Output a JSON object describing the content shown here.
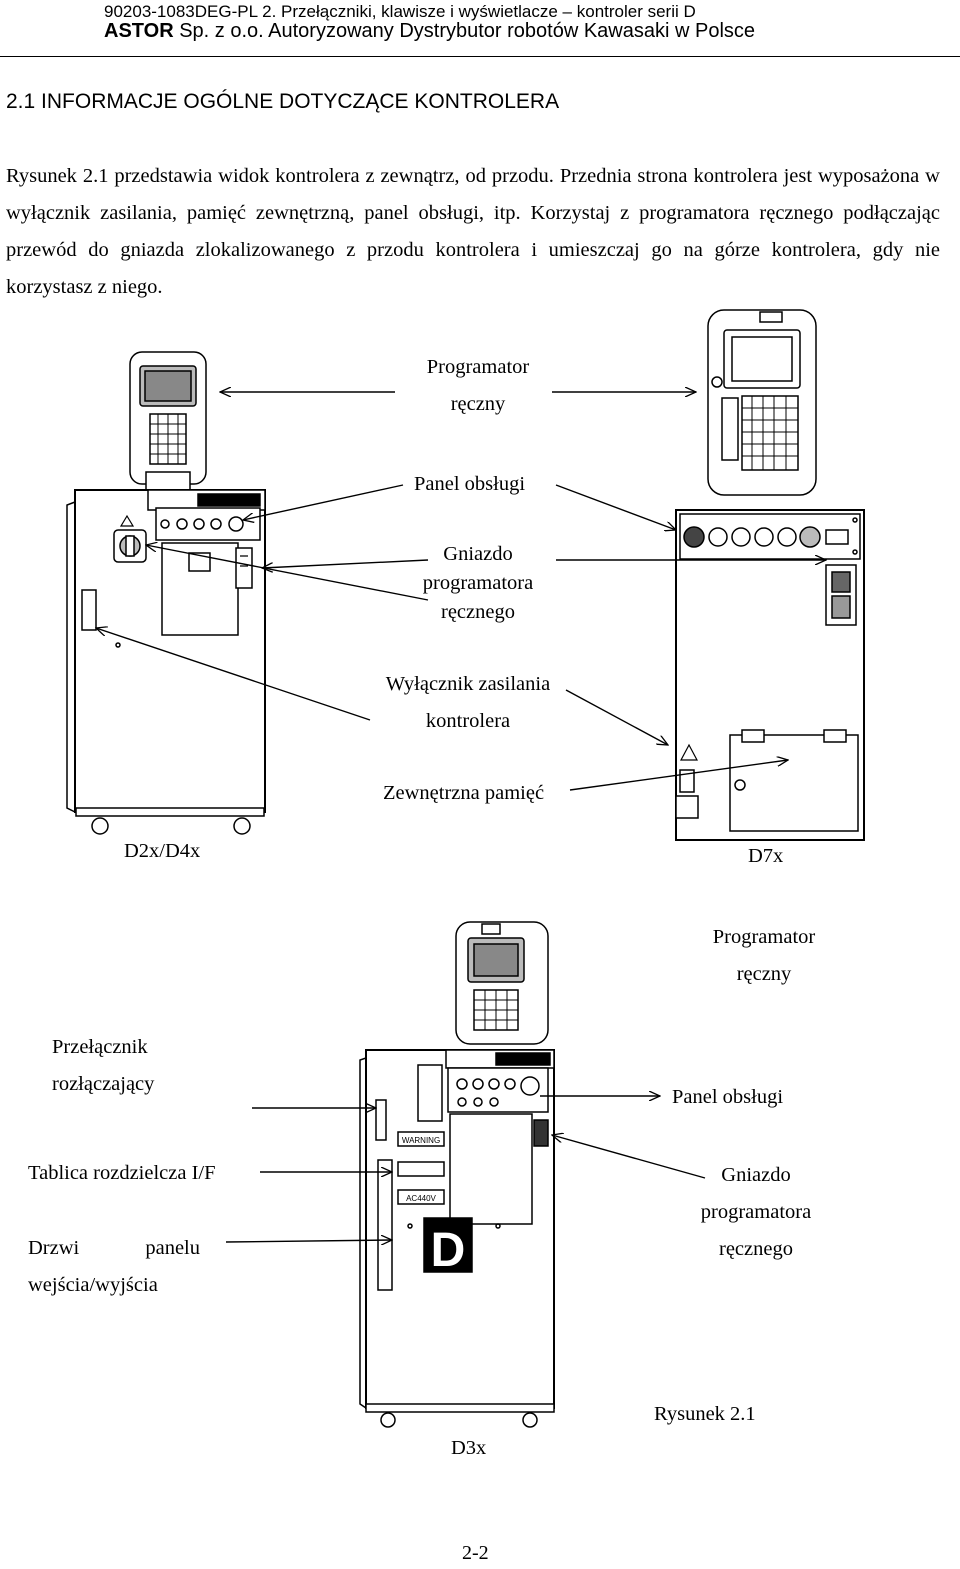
{
  "header": {
    "line1": "90203-1083DEG-PL 2. Przełączniki, klawisze i wyświetlacze – kontroler serii D",
    "company": "ASTOR",
    "company_rest": " Sp. z o.o. Autoryzowany Dystrybutor robotów Kawasaki w Polsce"
  },
  "section_title": "2.1 INFORMACJE OGÓLNE DOTYCZĄCE KONTROLERA",
  "intro": "Rysunek 2.1 przedstawia widok kontrolera z zewnątrz, od przodu. Przednia strona kontrolera jest wyposażona w wyłącznik zasilania, pamięć zewnętrzną, panel obsługi, itp. Korzystaj z programatora ręcznego podłączając przewód do gniazda zlokalizowanego z przodu kontrolera i umieszczaj go na górze kontrolera, gdy nie korzystasz z niego.",
  "figure_top": {
    "programator_l1": "Programator",
    "programator_l2": "ręczny",
    "panel": "Panel obsługi",
    "gniazdo_l1": "Gniazdo",
    "gniazdo_l2": "programatora",
    "gniazdo_l3": "ręcznego",
    "wylacznik_l1": "Wyłącznik zasilania",
    "wylacznik_l2": "kontrolera",
    "pamiec": "Zewnętrzna pamięć",
    "model_left": "D2x/D4x",
    "model_right": "D7x"
  },
  "figure_bottom": {
    "programator_l1": "Programator",
    "programator_l2": "ręczny",
    "przelacznik_l1": "Przełącznik",
    "przelacznik_l2": "rozłączający",
    "panel": "Panel obsługi",
    "tablica": "Tablica rozdzielcza I/F",
    "gniazdo_l1": "Gniazdo",
    "gniazdo_l2": "programatora",
    "gniazdo_l3": "ręcznego",
    "drzwi_a": "Drzwi",
    "drzwi_b": "panelu",
    "drzwi_l2": "wejścia/wyjścia",
    "model": "D3x",
    "caption": "Rysunek 2.1",
    "warning": "WARNING",
    "voltage": "AC440V",
    "letter": "D"
  },
  "page_number": "2-2"
}
